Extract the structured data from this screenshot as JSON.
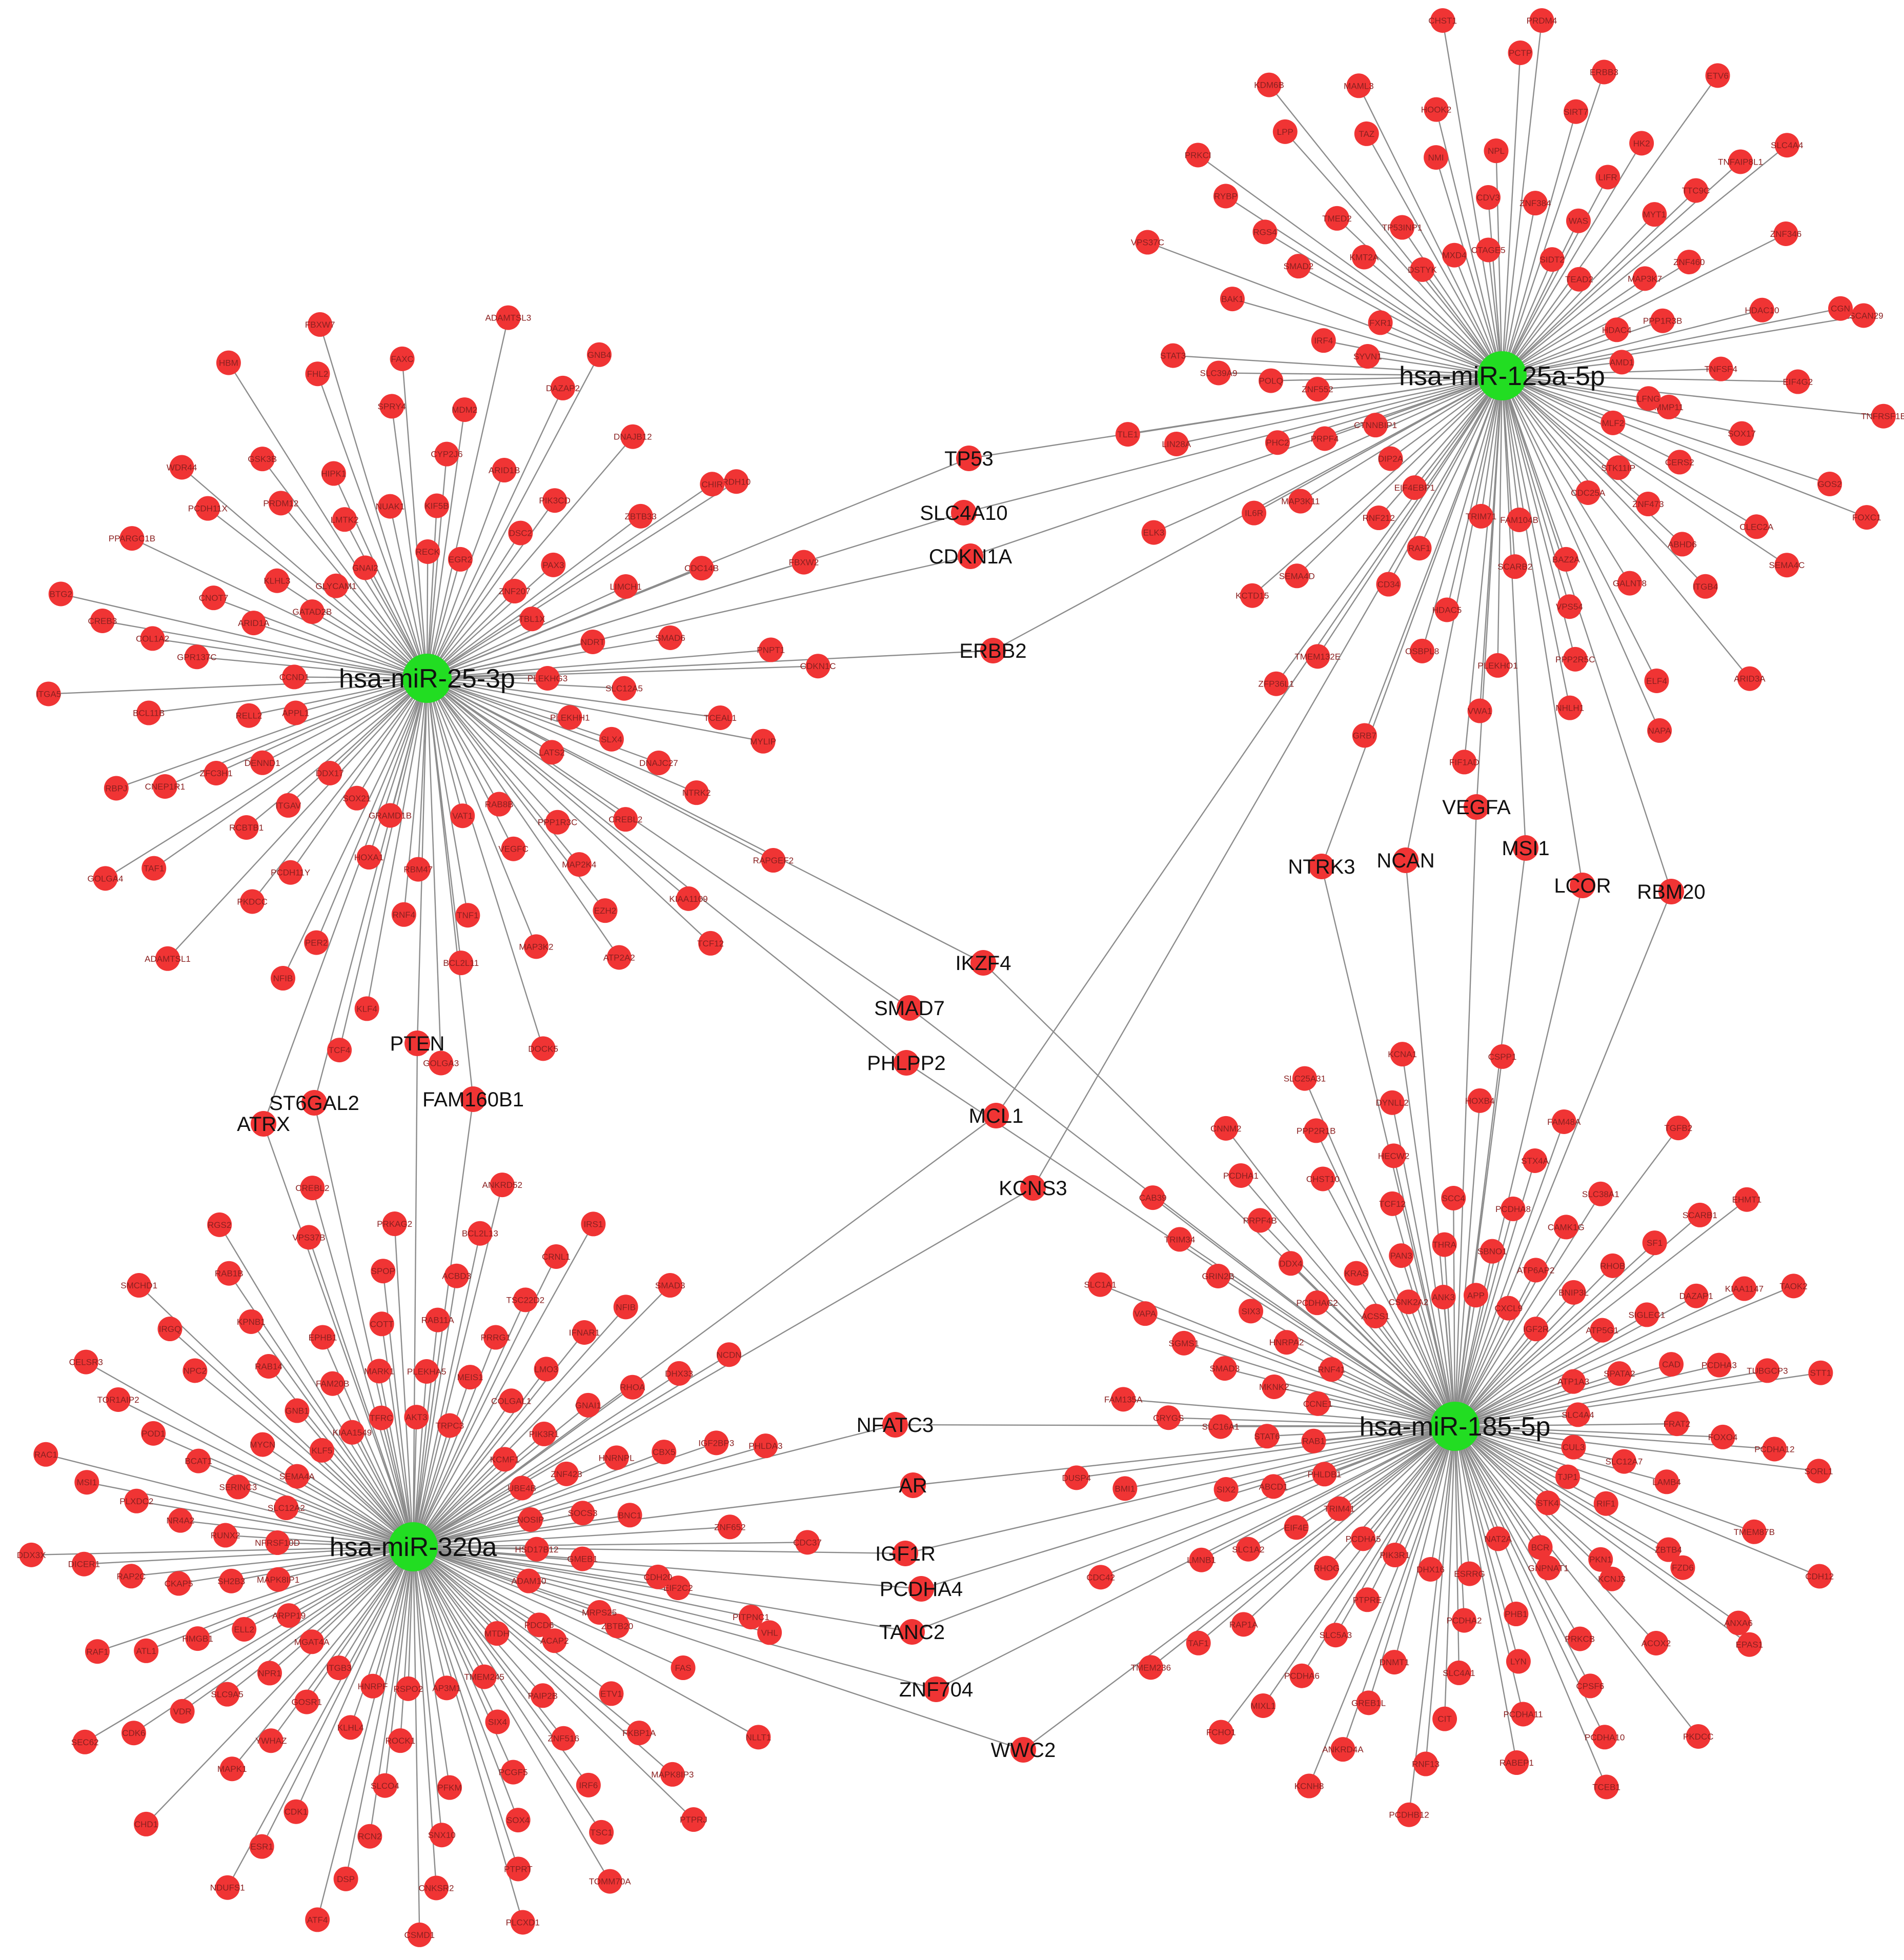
{
  "network": {
    "hubs": [
      {
        "id": "h25",
        "label": "hsa-miR-25-3p"
      },
      {
        "id": "h125",
        "label": "hsa-miR-125a-5p"
      },
      {
        "id": "h320",
        "label": "hsa-miR-320a"
      },
      {
        "id": "h185",
        "label": "hsa-miR-185-5p"
      }
    ],
    "shared_targets": [
      {
        "label": "TP53",
        "hubs": [
          "h25",
          "h125"
        ]
      },
      {
        "label": "SLC4A10",
        "hubs": [
          "h25",
          "h125"
        ]
      },
      {
        "label": "CDKN1A",
        "hubs": [
          "h25",
          "h125"
        ]
      },
      {
        "label": "ERBB2",
        "hubs": [
          "h25",
          "h125"
        ]
      },
      {
        "label": "VEGFA",
        "hubs": [
          "h125",
          "h185"
        ]
      },
      {
        "label": "NTRK3",
        "hubs": [
          "h125",
          "h185"
        ]
      },
      {
        "label": "NCAN",
        "hubs": [
          "h125",
          "h185"
        ]
      },
      {
        "label": "MSI1",
        "hubs": [
          "h125",
          "h185"
        ]
      },
      {
        "label": "LCOR",
        "hubs": [
          "h125",
          "h185"
        ]
      },
      {
        "label": "RBM20",
        "hubs": [
          "h125",
          "h185"
        ]
      },
      {
        "label": "IKZF4",
        "hubs": [
          "h25",
          "h185"
        ]
      },
      {
        "label": "SMAD7",
        "hubs": [
          "h25",
          "h185"
        ]
      },
      {
        "label": "PHLPP2",
        "hubs": [
          "h25",
          "h185"
        ]
      },
      {
        "label": "MCL1",
        "hubs": [
          "h125",
          "h320"
        ]
      },
      {
        "label": "KCNS3",
        "hubs": [
          "h125",
          "h320"
        ]
      },
      {
        "label": "PTEN",
        "hubs": [
          "h25",
          "h320"
        ]
      },
      {
        "label": "ST6GAL2",
        "hubs": [
          "h25",
          "h320"
        ]
      },
      {
        "label": "FAM160B1",
        "hubs": [
          "h25",
          "h320"
        ]
      },
      {
        "label": "ATRX",
        "hubs": [
          "h25",
          "h320"
        ]
      },
      {
        "label": "NFATC3",
        "hubs": [
          "h320",
          "h185"
        ]
      },
      {
        "label": "AR",
        "hubs": [
          "h320",
          "h185"
        ]
      },
      {
        "label": "IGF1R",
        "hubs": [
          "h320",
          "h185"
        ]
      },
      {
        "label": "PCDHA4",
        "hubs": [
          "h320",
          "h185"
        ]
      },
      {
        "label": "TANC2",
        "hubs": [
          "h320",
          "h185"
        ]
      },
      {
        "label": "ZNF704",
        "hubs": [
          "h320",
          "h185"
        ]
      },
      {
        "label": "WWC2",
        "hubs": [
          "h320",
          "h185"
        ]
      }
    ],
    "targets": {
      "h25": [
        "PLEKHG3",
        "ITGAV",
        "CYP2J6",
        "EZH2",
        "CREB3",
        "RDH10",
        "GRAMD1B",
        "LMTK2",
        "DNAJC27",
        "CNEP1R1",
        "DAZAP2",
        "DOCK5",
        "GATAD2B",
        "NDRT",
        "PCDH11Y",
        "SPRY4",
        "KIAA1109",
        "ITGA5",
        "ZNF207",
        "RBM47",
        "PRDM12",
        "TCEAL1",
        "TAF1",
        "ADAMTSL3",
        "RAB8B",
        "ARID1A",
        "LIMCH1",
        "PER2",
        "FHL2",
        "RAPGEF2",
        "APPL1",
        "DSC2",
        "TNF1",
        "PCDH11X",
        "PNPT1",
        "ADAMTSL1",
        "RECK",
        "PPP1R3C",
        "GPR137C",
        "ZBTB33",
        "KLF4",
        "HBM",
        "PLEKHH1",
        "DENND1",
        "ARID1B",
        "MAP3K2",
        "PPARGC1B",
        "FBXW2",
        "SOX21",
        "NUAK1",
        "CREBL2",
        "BCL11B",
        "DNAJB12",
        "GOLGA3",
        "GLYCAM1",
        "SLC12A5",
        "RCBTB1",
        "MDM2",
        "ATP2A2",
        "BTG2",
        "TBL1X",
        "HOXA1",
        "HIPK1",
        "NTRK2",
        "RBPJ",
        "GNB4",
        "VAT1",
        "KLHL3",
        "SMAD6",
        "PKDCC",
        "FAXC",
        "TCF12",
        "CCND1",
        "PAX3",
        "RNF4",
        "GSK3B",
        "MYLIP",
        "GOLGA4",
        "EGR2",
        "VEGFC",
        "CNOT7",
        "CDC14B",
        "NFIB",
        "FBXW7",
        "LATS2",
        "RELL2",
        "PIK3CD",
        "BCL2L11",
        "WDR44",
        "CDKN1C",
        "DDX17",
        "KIF5B",
        "MAP2K4",
        "COL1A2",
        "CHIR",
        "TCF4",
        "GNAI2",
        "SLX4",
        "ZFC3H1"
      ],
      "h125": [
        "MLF2",
        "PRPF4",
        "LIFR",
        "PPP2R5C",
        "RYBP",
        "ZSCAN29",
        "EIF4EBP1",
        "CDV3",
        "ABHD6",
        "SLC39A9",
        "TNFAIP8L1",
        "FIF1AD",
        "DSTYK",
        "MMP11",
        "MAP3K11",
        "SIRT7",
        "ELF4",
        "VPS37C",
        "HDAC4",
        "RAF1",
        "NMI",
        "CLEC2A",
        "LIN28A",
        "ETV6",
        "FAM104B",
        "KMT2A",
        "TNFSF4",
        "SEMA4D",
        "PCTP",
        "ARID3A",
        "SYVN1",
        "MAP3K7",
        "HDAC5",
        "TAZ",
        "GOS2",
        "ELK3",
        "SIDT2",
        "BAZ2A",
        "SMAD2",
        "HDAC10",
        "TMEM132E",
        "CHST1",
        "STK11IP",
        "ZNF552",
        "MYT1",
        "PLEKHO1",
        "LPP",
        "TNFRSF1B",
        "DIP2A",
        "ZNF384",
        "GALNT8",
        "BAK1",
        "ZNF346",
        "GRB7",
        "MXD4",
        "CERS2",
        "PHC2",
        "HK2",
        "NHLH1",
        "PRKCI",
        "AMD1",
        "RNF212",
        "NPL",
        "ITGB4",
        "STAT3",
        "SLC4A4",
        "TRIM71",
        "TP53INP1",
        "SOX17",
        "IL6R",
        "ERBB3",
        "NAPA",
        "FXR1",
        "PPP1R3B",
        "CD34",
        "HOOK2",
        "SEMA4C",
        "TLE1",
        "TEAD2",
        "SCARB2",
        "TMED2",
        "EIF4G2",
        "KCTD15",
        "PRDM4",
        "CDC25A",
        "IRF4",
        "ZNF460",
        "OSBPL8",
        "MAML3",
        "FOXC1",
        "CTNNBIP1",
        "WAS",
        "VPS54",
        "RGS4",
        "CGN",
        "ZFP36L1",
        "CTAGE5",
        "ZNF473",
        "POLQ",
        "TTC9C",
        "VWA1",
        "KDM6B",
        "LFNG"
      ],
      "h320": [
        "MTDH",
        "RUNX2",
        "GNAI1",
        "RCN2",
        "RAB1B",
        "VHL",
        "ARPP19",
        "MEIS1",
        "PCGF5",
        "POD1",
        "IGF2BP3",
        "NDUFS1",
        "TFRC",
        "ACAP2",
        "CKAP5",
        "IFNAR1",
        "CNKSR2",
        "SMCHD1",
        "HSD17B12",
        "NPR1",
        "RAB11A",
        "IRF6",
        "MSI1",
        "NCDN",
        "HNRPF",
        "FAM20B",
        "ZBTB20",
        "ATL1",
        "CRNL1",
        "PLCXD1",
        "SEMA4A",
        "SOCS3",
        "YWHAZ",
        "SPOP",
        "MAPK8IP3",
        "DDX3X",
        "KCMF1",
        "ROCK1",
        "RAB14",
        "EIF2C2",
        "CDK6",
        "ANKRD52",
        "TMEM245",
        "SERINC3",
        "HNRNPL",
        "CDK1",
        "VPS37B",
        "NLLT1",
        "MAPK8IP1",
        "COLGAL1",
        "PFKM",
        "NPC2",
        "ZNF652",
        "CHD1",
        "AKT3",
        "PAIP2B",
        "NR4A2",
        "RHOA",
        "DSP",
        "RGS2",
        "ADAM10",
        "ELL2",
        "PRRG1",
        "SOX4",
        "TOR1AIP2",
        "PHLDA3",
        "ITGB3",
        "MARK1",
        "ETV1",
        "RAP2C",
        "NFIB",
        "CSMD1",
        "KLF5",
        "GMEB1",
        "SLC9A5",
        "ACBD3",
        "TSC1",
        "RAC1",
        "UBE4B",
        "KLHL4",
        "EPHB1",
        "FAS",
        "RAF1",
        "IRS1",
        "AP3M1",
        "MYCN",
        "BNC1",
        "MAPK1",
        "PRKAG2",
        "PTPRJ",
        "NFRSF10D",
        "PIK3R1",
        "SLCO4",
        "KPNB1",
        "PITPNC1",
        "SEC62",
        "TRPC3",
        "SIX4",
        "BCAT1",
        "CBX5",
        "ESR1",
        "CREBL2",
        "PDCD6",
        "SH2B3",
        "LMO3",
        "SNX10",
        "IRGQ",
        "CDC37",
        "MGAT4A",
        "PLEKHA5",
        "ZNF516",
        "PLXDC2",
        "DHX33",
        "ATF4",
        "KIAA1549",
        "MRPS25",
        "HMGB1",
        "TSC22D2",
        "PTPRT",
        "CELSR3",
        "NOSIP",
        "GOSR1",
        "COTT",
        "FKBP1A",
        "DICER1",
        "SMAD3",
        "RSPO2",
        "GNB1",
        "CDH20",
        "VDR",
        "BCL2L13",
        "TOMM70A",
        "SLC12A2",
        "ZNF423"
      ],
      "h185": [
        "NAT2A",
        "HNRPA2",
        "CAD",
        "PCDHA6",
        "DYNLL2",
        "EPAS1",
        "RAB1",
        "BNIP3L",
        "SLC4A1",
        "PRPF4B",
        "PCDHA12",
        "TMEM236",
        "APP",
        "GNPNAT1",
        "SMAD3",
        "DAZAP1",
        "ANKRD4A",
        "SLC25A31",
        "TJP1",
        "ABCD1",
        "CAMK1G",
        "PCDHA11",
        "TRIM34",
        "STT1",
        "PCDHA5",
        "THRA",
        "KCNJ3",
        "CRYGS",
        "SCARB1",
        "PCDHB12",
        "ACSS1",
        "SLC12A7",
        "SLC1A2",
        "STX4A",
        "PCDHA10",
        "SLC1A1",
        "ATP1A3",
        "PTPRE",
        "TCF12",
        "FZD6",
        "BMI1",
        "TGFB2",
        "ESRRG",
        "PCDHAC2",
        "FRAT2",
        "RAP1A",
        "HOXB4",
        "PKDCC",
        "CCNE1",
        "ATP5G1",
        "DNMT1",
        "CHST10",
        "TMEM87B",
        "CDC42",
        "CXCL9",
        "PHB1",
        "SIX3",
        "PCDHA3",
        "MIXL1",
        "KCNA1",
        "STK4",
        "STAT6",
        "RHOB",
        "CIT",
        "PCDHA1",
        "SORL1",
        "TRIM41",
        "SBNO1",
        "PRKCB",
        "SGMS1",
        "KIAA1147",
        "KCNH8",
        "CSNK2A2",
        "RIF1",
        "SIX2",
        "SLC38A1",
        "RABEP1",
        "CAB39",
        "SLC4A4",
        "RHOG",
        "SCC4",
        "ACOX2",
        "FAM135A",
        "EHMT1",
        "DHX16",
        "KRAS",
        "LAMB4",
        "LMNB1",
        "FAM48A",
        "TCEB1",
        "RNF41",
        "SPATA2",
        "SLC5A3",
        "HECW2",
        "ANXA6",
        "DUSP4",
        "IGF2R",
        "PCDHA2",
        "DDX4",
        "FOXO4",
        "TAF1",
        "CSPP1",
        "BCR",
        "MKNK2",
        "SIGLEC1",
        "GREB1L",
        "PPP2R1B",
        "CDH12",
        "PHLDB1",
        "ATP6AP2",
        "LYN",
        "GRIN2B",
        "TUBGCP3",
        "FCHO1",
        "ANK3",
        "PKN1",
        "SLC16A1",
        "SF1",
        "RNF13",
        "CNNM2",
        "CUL3",
        "EIF4E",
        "PCDHA8",
        "CPSF6",
        "VAPA",
        "TAOK2",
        "PIK3R1",
        "PAN3",
        "ZBTB4"
      ]
    }
  }
}
